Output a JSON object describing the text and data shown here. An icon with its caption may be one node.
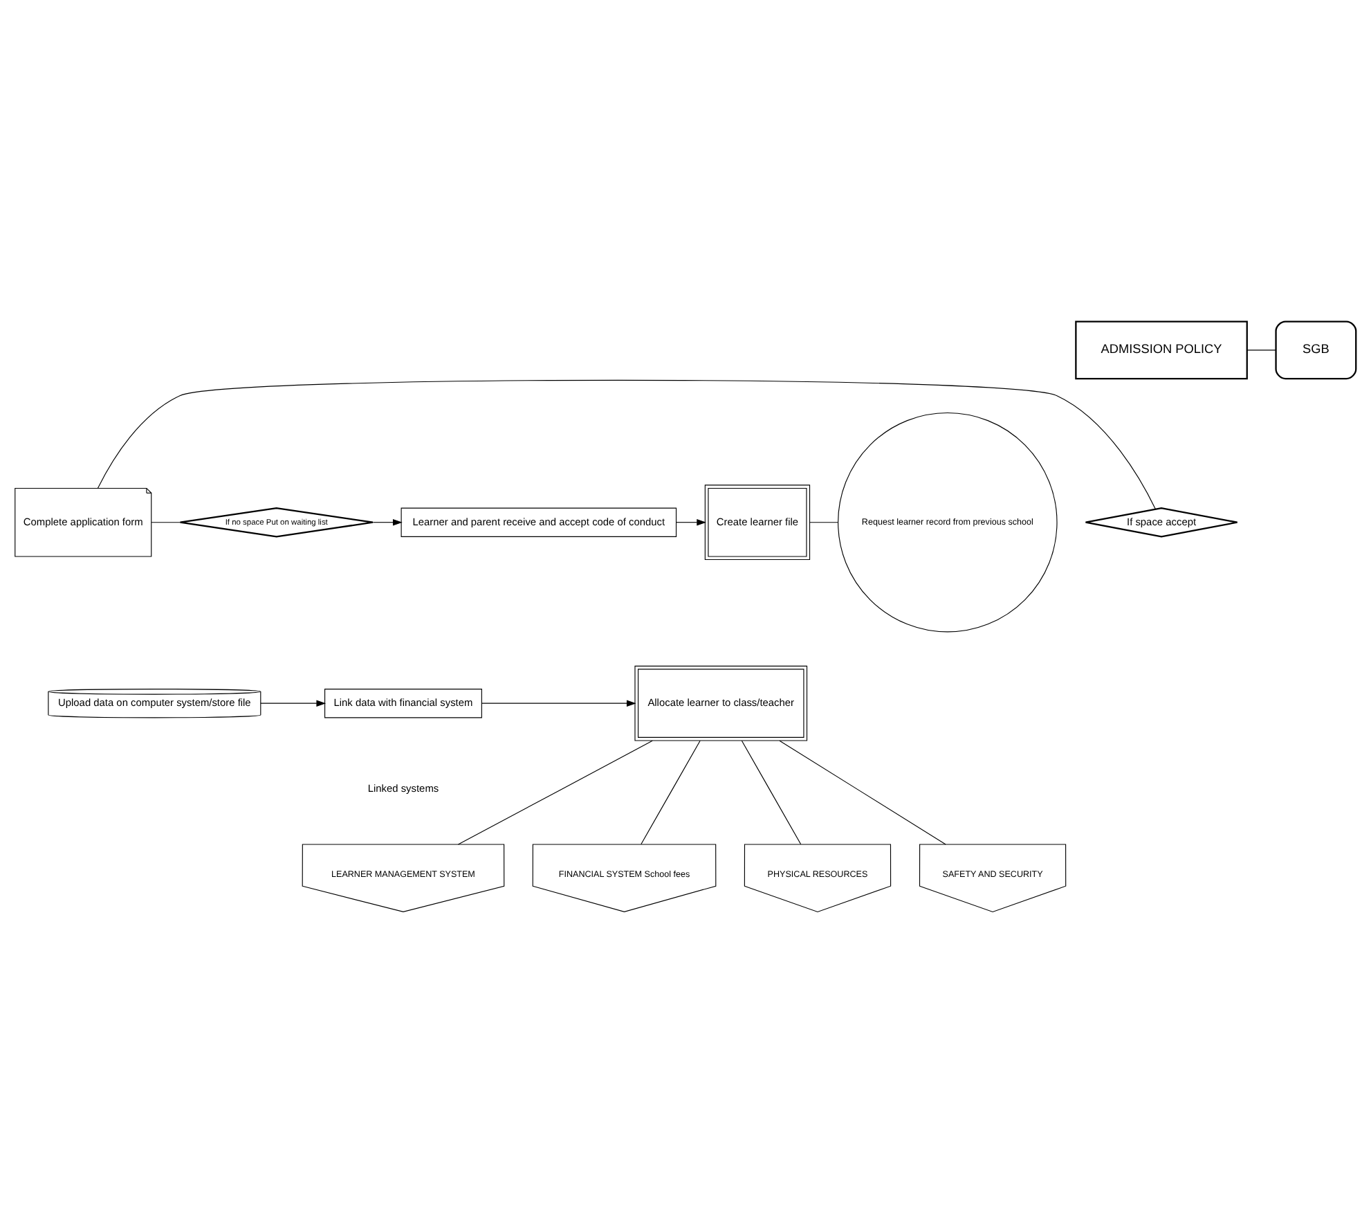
{
  "diagram": {
    "nodes": [
      {
        "text": [
          "ADMISSION POLICY"
        ]
      },
      {
        "text": [
          "SGB"
        ]
      },
      {
        "text": [
          "Complete application form"
        ]
      },
      {
        "text": [
          "If space accept"
        ]
      },
      {
        "text": [
          "If no space Put on waiting list"
        ]
      },
      {
        "text": [
          "Learner and parent receive and accept code of conduct"
        ]
      },
      {
        "text": [
          "Create learner file"
        ]
      },
      {
        "text": [
          "Request learner record from previous school"
        ]
      },
      {
        "text": [
          "Upload data on computer system/store file"
        ]
      },
      {
        "text": [
          "Link data with financial system"
        ]
      },
      {
        "text": [
          "Allocate learner to class/teacher"
        ]
      },
      {
        "text": [
          "FINANCIAL SYSTEM School fees"
        ]
      },
      {
        "text": [
          "LEARNER MANAGEMENT SYSTEM"
        ]
      },
      {
        "text": [
          "PHYSICAL RESOURCES"
        ]
      },
      {
        "text": [
          "SAFETY AND SECURITY"
        ]
      }
    ],
    "edges": [
      {
        "from": 0,
        "to": 1,
        "arrow": "none"
      },
      {
        "from": 2,
        "to": 3,
        "arrow": "none"
      },
      {
        "from": 2,
        "to": 4,
        "arrow": "none"
      },
      {
        "from": 4,
        "to": 5,
        "arrow": "to"
      },
      {
        "from": 5,
        "to": 6,
        "arrow": "to"
      },
      {
        "from": 6,
        "to": 7,
        "arrow": "none"
      },
      {
        "from": 8,
        "to": 9,
        "arrow": "to"
      },
      {
        "from": 9,
        "to": 10,
        "arrow": "to"
      },
      {
        "from": 10,
        "to": 11,
        "arrow": "none"
      },
      {
        "from": 10,
        "to": 12,
        "arrow": "none"
      },
      {
        "from": 10,
        "to": 13,
        "arrow": "none"
      },
      {
        "from": 10,
        "to": 14,
        "arrow": "none"
      }
    ],
    "labels": [
      "Linked systems"
    ]
  }
}
